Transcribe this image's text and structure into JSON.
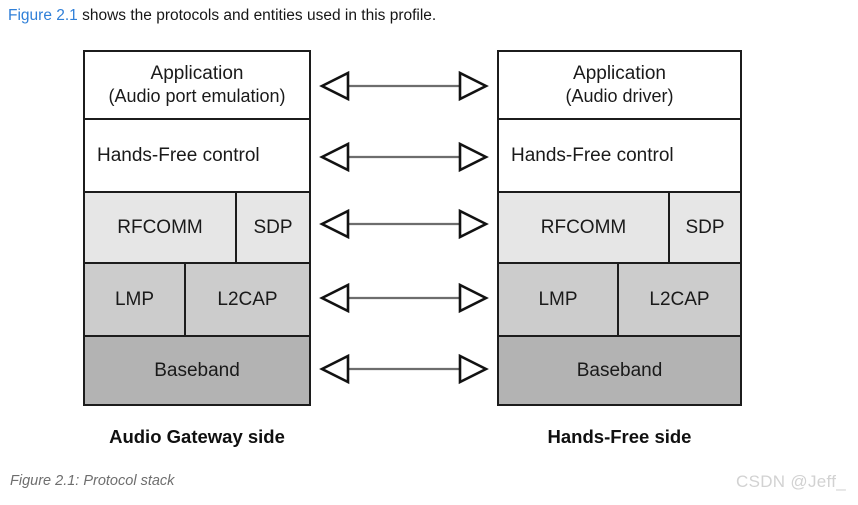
{
  "intro": {
    "figure_ref": "Figure 2.1",
    "rest": " shows the protocols and entities used in this profile."
  },
  "diagram": {
    "title": "Protocol stack",
    "caption": "Figure 2.1: Protocol stack",
    "colors": {
      "link": "#2f7fd8",
      "border": "#1c1c1c",
      "layer_white": "#ffffff",
      "layer_light_gray": "#e6e6e6",
      "layer_mid_gray": "#cccccc",
      "layer_dark_gray": "#b3b3b3",
      "caption_gray": "#6e6e6e",
      "watermark_gray": "#d2d2d2"
    },
    "sides": [
      {
        "id": "audio-gateway",
        "label": "Audio Gateway side",
        "layers": [
          {
            "id": "application",
            "fill": "white",
            "cells": [
              {
                "label": "Application",
                "sublabel": "(Audio port emulation)"
              }
            ]
          },
          {
            "id": "hands-free-control",
            "fill": "white",
            "cells": [
              {
                "label": "Hands-Free control"
              }
            ]
          },
          {
            "id": "rfcomm-sdp",
            "fill": "light-gray",
            "cells": [
              {
                "label": "RFCOMM"
              },
              {
                "label": "SDP"
              }
            ]
          },
          {
            "id": "lmp-l2cap",
            "fill": "mid-gray",
            "cells": [
              {
                "label": "LMP"
              },
              {
                "label": "L2CAP"
              }
            ]
          },
          {
            "id": "baseband",
            "fill": "dark-gray",
            "cells": [
              {
                "label": "Baseband"
              }
            ]
          }
        ]
      },
      {
        "id": "hands-free",
        "label": "Hands-Free side",
        "layers": [
          {
            "id": "application",
            "fill": "white",
            "cells": [
              {
                "label": "Application",
                "sublabel": "(Audio driver)"
              }
            ]
          },
          {
            "id": "hands-free-control",
            "fill": "white",
            "cells": [
              {
                "label": "Hands-Free control"
              }
            ]
          },
          {
            "id": "rfcomm-sdp",
            "fill": "light-gray",
            "cells": [
              {
                "label": "RFCOMM"
              },
              {
                "label": "SDP"
              }
            ]
          },
          {
            "id": "lmp-l2cap",
            "fill": "mid-gray",
            "cells": [
              {
                "label": "LMP"
              },
              {
                "label": "L2CAP"
              }
            ]
          },
          {
            "id": "baseband",
            "fill": "dark-gray",
            "cells": [
              {
                "label": "Baseband"
              }
            ]
          }
        ]
      }
    ],
    "connectors": [
      {
        "id": "application-link",
        "style": "double-arrow"
      },
      {
        "id": "hands-free-control-link",
        "style": "double-arrow"
      },
      {
        "id": "rfcomm-sdp-link",
        "style": "double-arrow"
      },
      {
        "id": "lmp-l2cap-link",
        "style": "double-arrow"
      },
      {
        "id": "baseband-link",
        "style": "double-arrow"
      }
    ]
  },
  "watermark": "CSDN @Jeff_"
}
